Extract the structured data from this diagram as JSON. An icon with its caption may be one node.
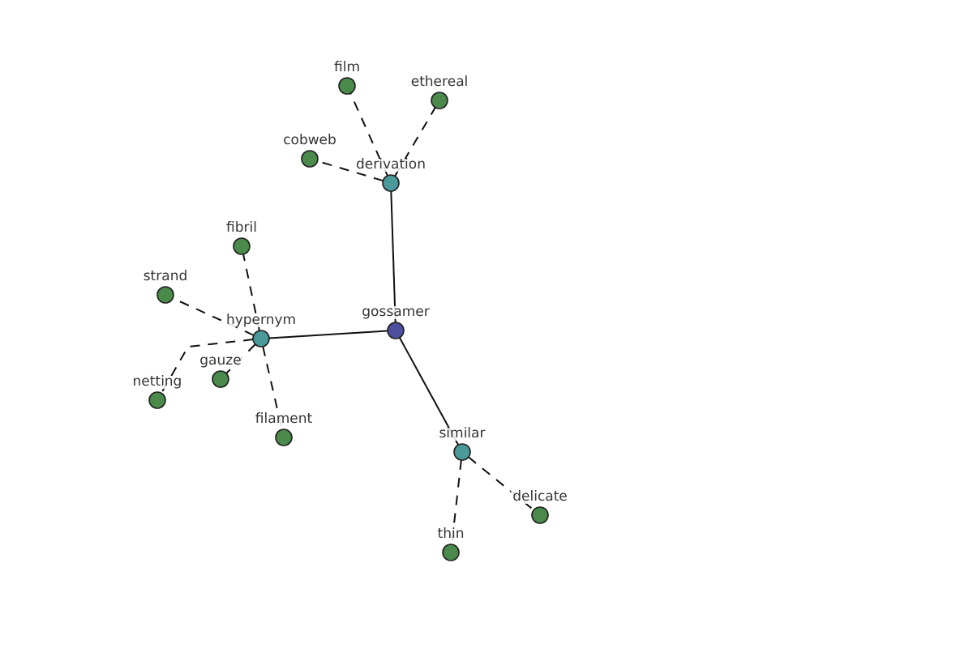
{
  "diagram": {
    "nodes": [
      {
        "text": [
          "film"
        ]
      },
      {
        "text": [
          "ethereal"
        ]
      },
      {
        "text": [
          "cobweb"
        ]
      },
      {
        "text": [
          "derivation"
        ]
      },
      {
        "text": [
          "fibril"
        ]
      },
      {
        "text": [
          "strand"
        ]
      },
      {
        "text": [
          "gossamer"
        ]
      },
      {
        "text": [
          "hypernym"
        ]
      },
      {
        "text": [
          "gauze"
        ]
      },
      {
        "text": [
          "netting"
        ]
      },
      {
        "text": [
          "filament"
        ]
      },
      {
        "text": [
          "similar"
        ]
      },
      {
        "text": [
          "delicate"
        ]
      },
      {
        "text": [
          "thin"
        ]
      }
    ],
    "edges": [
      {
        "from": 6,
        "to": 3,
        "arrow": "none"
      },
      {
        "from": 6,
        "to": 7,
        "arrow": "none"
      },
      {
        "from": 6,
        "to": 11,
        "arrow": "none"
      },
      {
        "from": 3,
        "to": 0,
        "arrow": "none",
        "style": "dashed"
      },
      {
        "from": 3,
        "to": 1,
        "arrow": "none",
        "style": "dashed"
      },
      {
        "from": 3,
        "to": 2,
        "arrow": "none",
        "style": "dashed"
      },
      {
        "from": 7,
        "to": 4,
        "arrow": "none",
        "style": "dashed"
      },
      {
        "from": 7,
        "to": 5,
        "arrow": "none",
        "style": "dashed"
      },
      {
        "from": 7,
        "to": 8,
        "arrow": "none",
        "style": "dashed"
      },
      {
        "from": 7,
        "to": 9,
        "arrow": "none",
        "style": "dashed"
      },
      {
        "from": 7,
        "to": 10,
        "arrow": "none",
        "style": "dashed"
      },
      {
        "from": 11,
        "to": 12,
        "arrow": "none",
        "style": "dashed"
      },
      {
        "from": 11,
        "to": 13,
        "arrow": "none",
        "style": "dashed"
      }
    ]
  }
}
